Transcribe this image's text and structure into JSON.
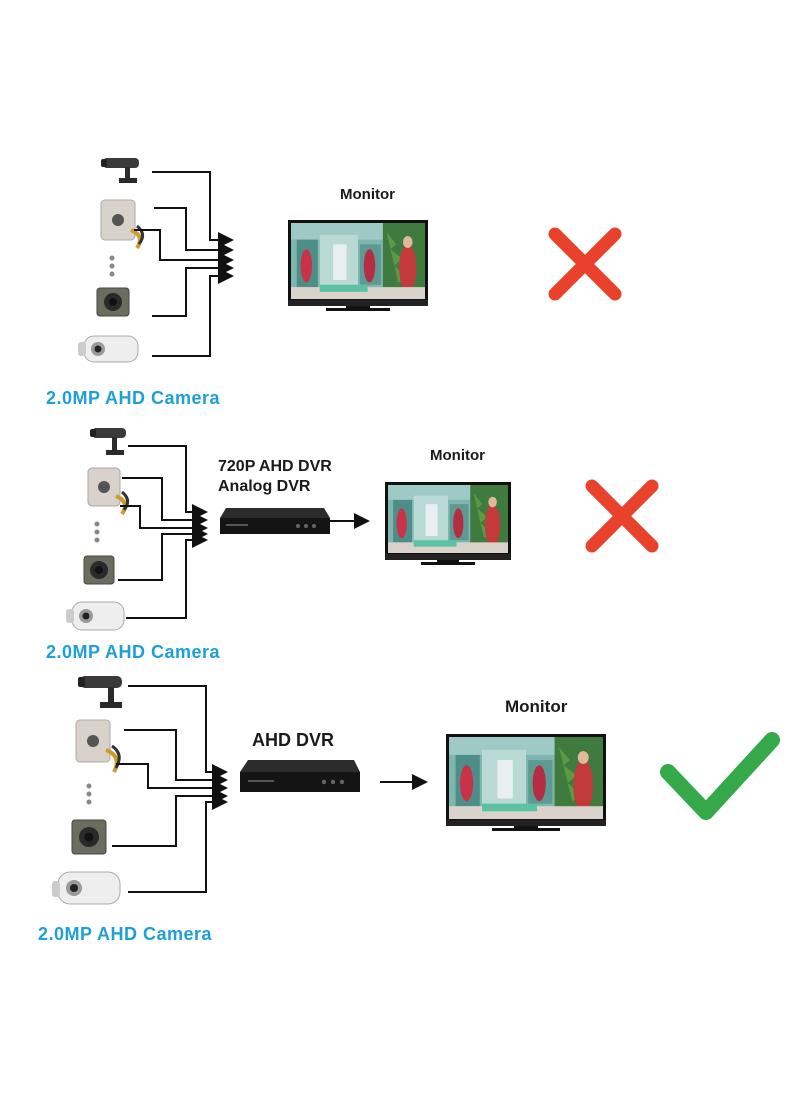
{
  "panels": [
    {
      "camera_label": "2.0MP AHD Camera",
      "monitor_label": "Monitor",
      "dvr_label_lines": [],
      "result": "cross",
      "result_color": "#e8412c"
    },
    {
      "camera_label": "2.0MP AHD Camera",
      "monitor_label": "Monitor",
      "dvr_label_lines": [
        "720P AHD DVR",
        "Analog DVR"
      ],
      "result": "cross",
      "result_color": "#e8412c"
    },
    {
      "camera_label": "2.0MP AHD Camera",
      "monitor_label": "Monitor",
      "dvr_label_lines": [
        "AHD DVR"
      ],
      "result": "check",
      "result_color": "#35a94a"
    }
  ],
  "icons": {
    "camera_types": [
      "bullet-camera-icon",
      "pir-camera-icon",
      "board-camera-icon",
      "box-camera-icon"
    ],
    "monitor": "monitor-icon",
    "dvr": "dvr-icon",
    "cross": "cross-icon",
    "check": "check-icon"
  },
  "colors": {
    "camera_label": "#1e9fd6",
    "wires": "#111111"
  }
}
